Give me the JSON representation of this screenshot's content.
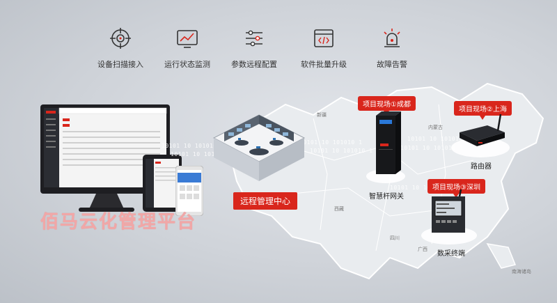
{
  "features": [
    {
      "label": "设备扫描接入",
      "icon": "scan-target-icon"
    },
    {
      "label": "运行状态监测",
      "icon": "line-chart-monitor-icon"
    },
    {
      "label": "参数远程配置",
      "icon": "sliders-icon"
    },
    {
      "label": "软件批量升级",
      "icon": "code-window-icon"
    },
    {
      "label": "故障告警",
      "icon": "alarm-light-icon"
    }
  ],
  "brand": "佰马云化管理平台",
  "center": {
    "label": "远程管理中心"
  },
  "sites": [
    {
      "tag": "项目现场①成都",
      "device": "智慧杆网关"
    },
    {
      "tag": "项目现场②上海",
      "device": "路由器"
    },
    {
      "tag": "项目现场③深圳",
      "device": "数采终端"
    }
  ],
  "binary": "10101 10 101010 1"
}
